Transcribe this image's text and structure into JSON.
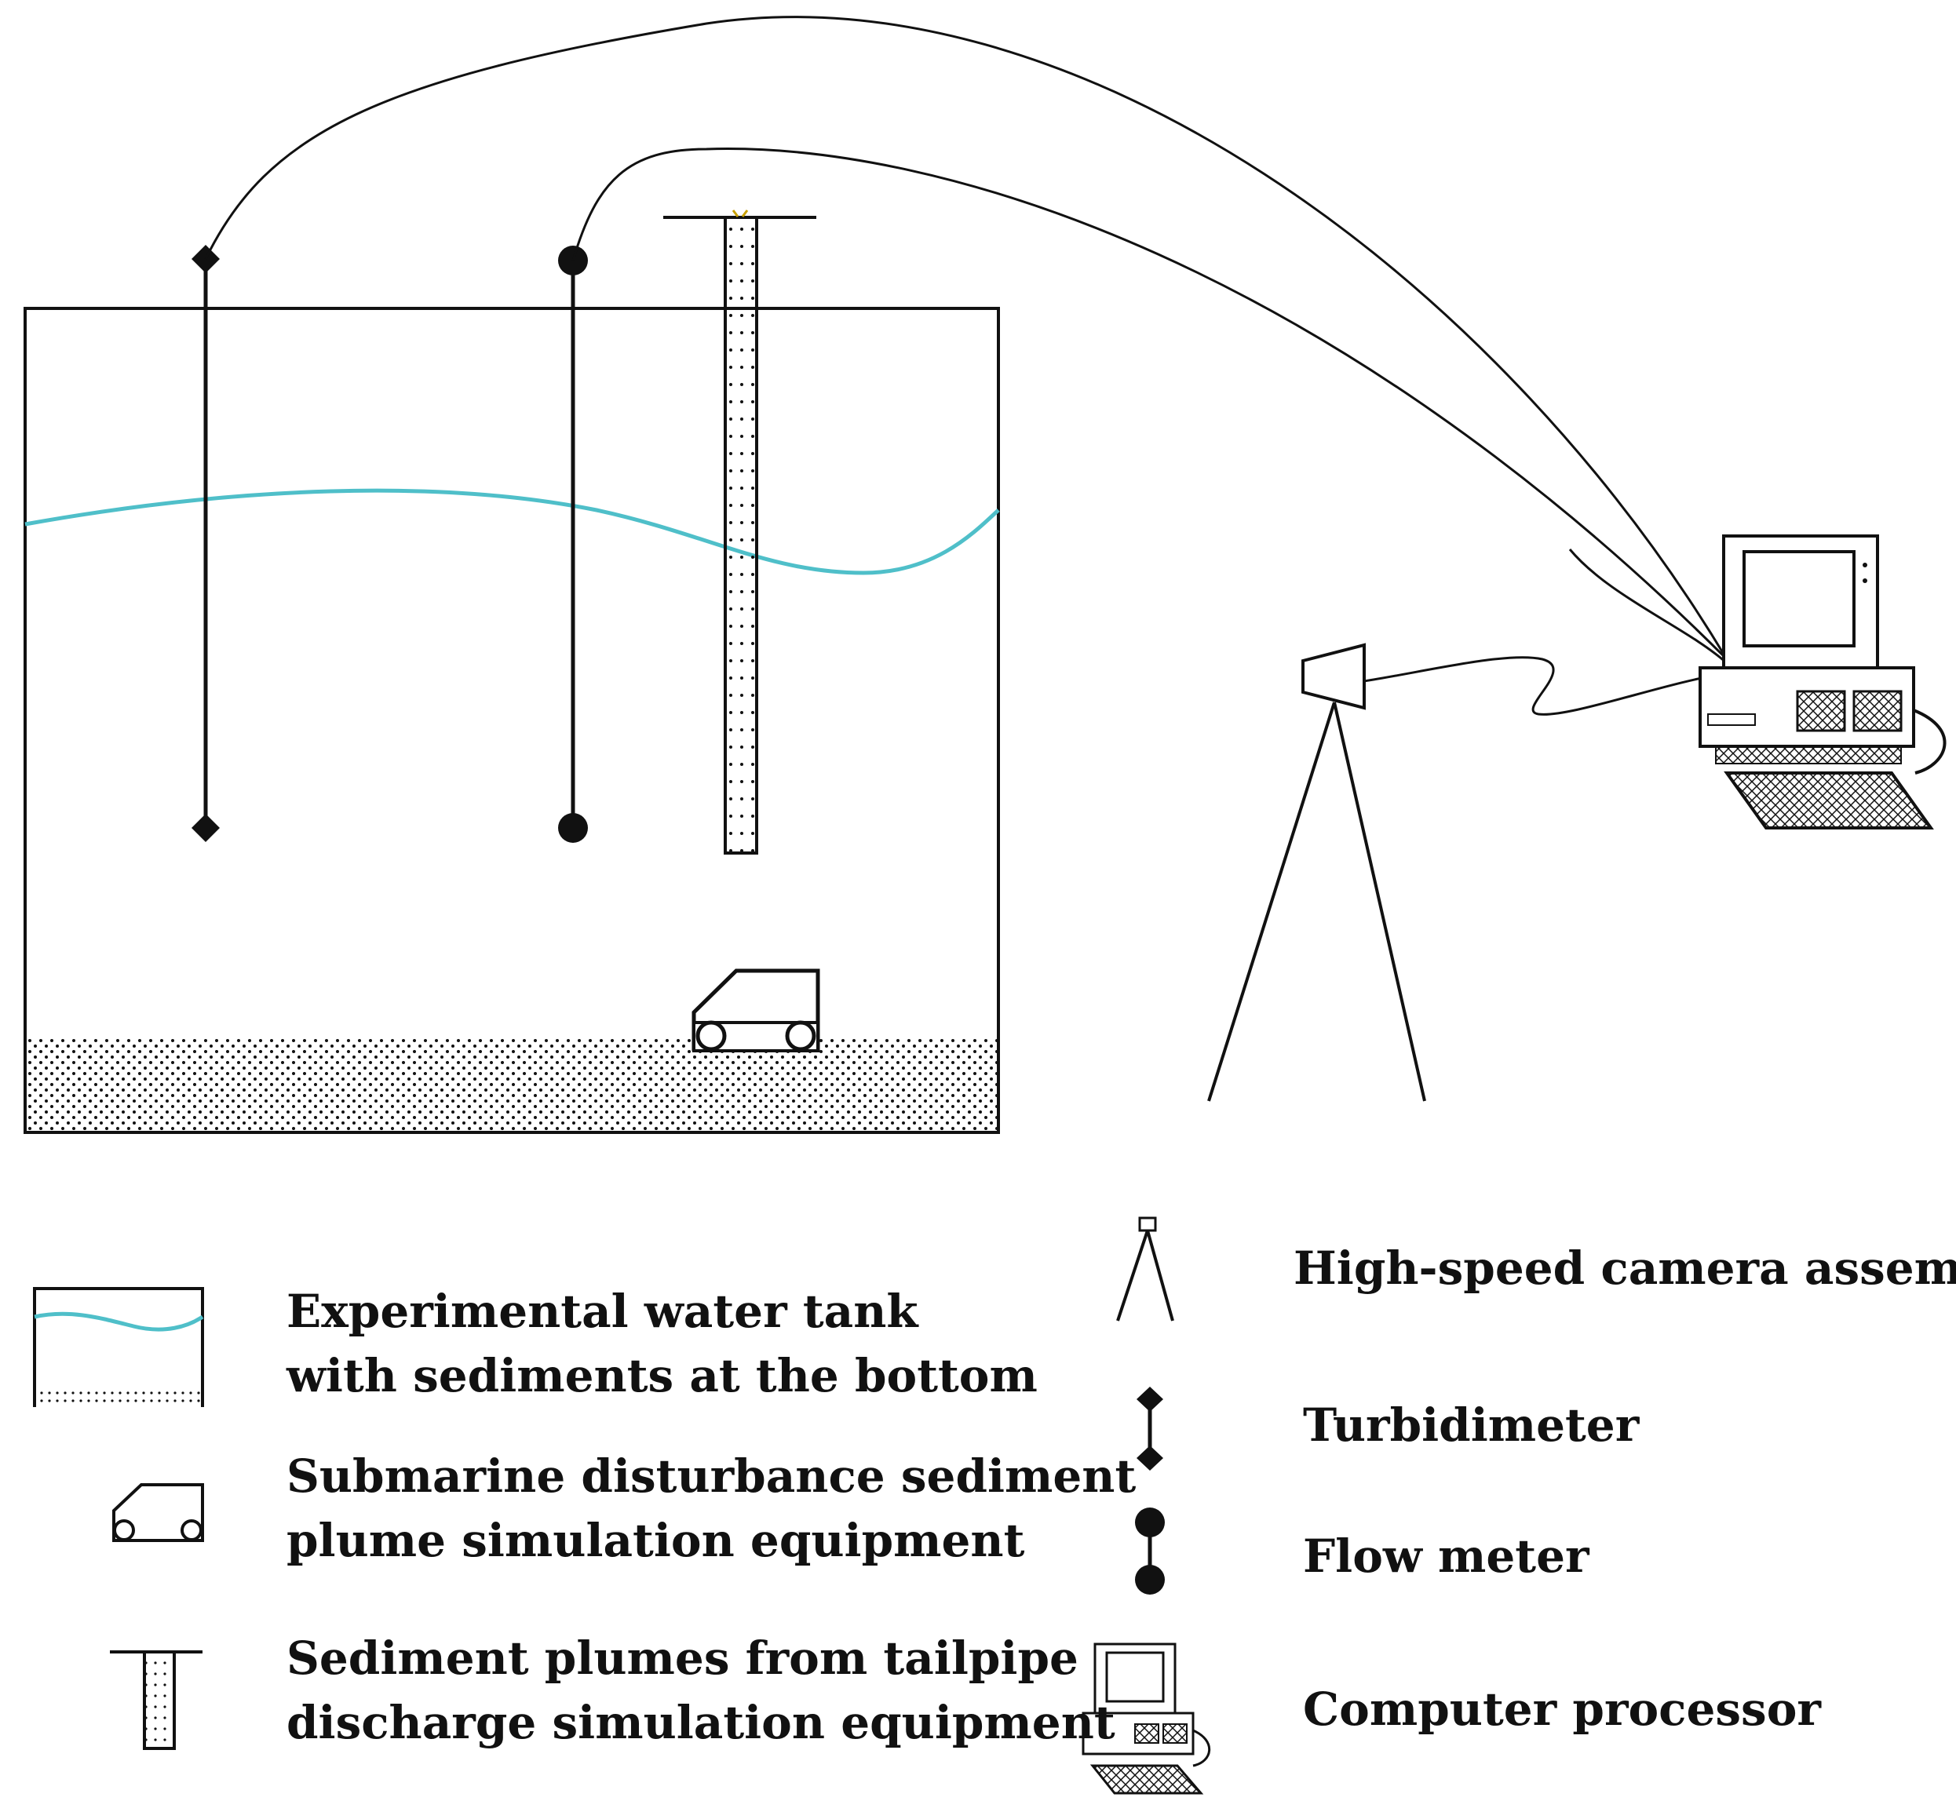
{
  "colors": {
    "line": "#111111",
    "water": "#4fbfc9",
    "background": "#ffffff"
  },
  "legend": {
    "tank": {
      "line1": "Experimental water tank",
      "line2": "with sediments at the bottom",
      "icon": "water-tank-icon"
    },
    "disturbance": {
      "line1": "Submarine disturbance sediment",
      "line2": "plume simulation equipment",
      "icon": "vehicle-icon"
    },
    "tailpipe": {
      "line1": "Sediment plumes from tailpipe",
      "line2": "discharge simulation equipment",
      "icon": "tailpipe-icon"
    },
    "camera": {
      "label": "High-speed camera assembly",
      "icon": "tripod-camera-icon"
    },
    "turbidimeter": {
      "label": "Turbidimeter",
      "icon": "diamond-probe-icon"
    },
    "flow_meter": {
      "label": "Flow meter",
      "icon": "circle-probe-icon"
    },
    "computer": {
      "label": "Computer processor",
      "icon": "computer-icon"
    }
  }
}
